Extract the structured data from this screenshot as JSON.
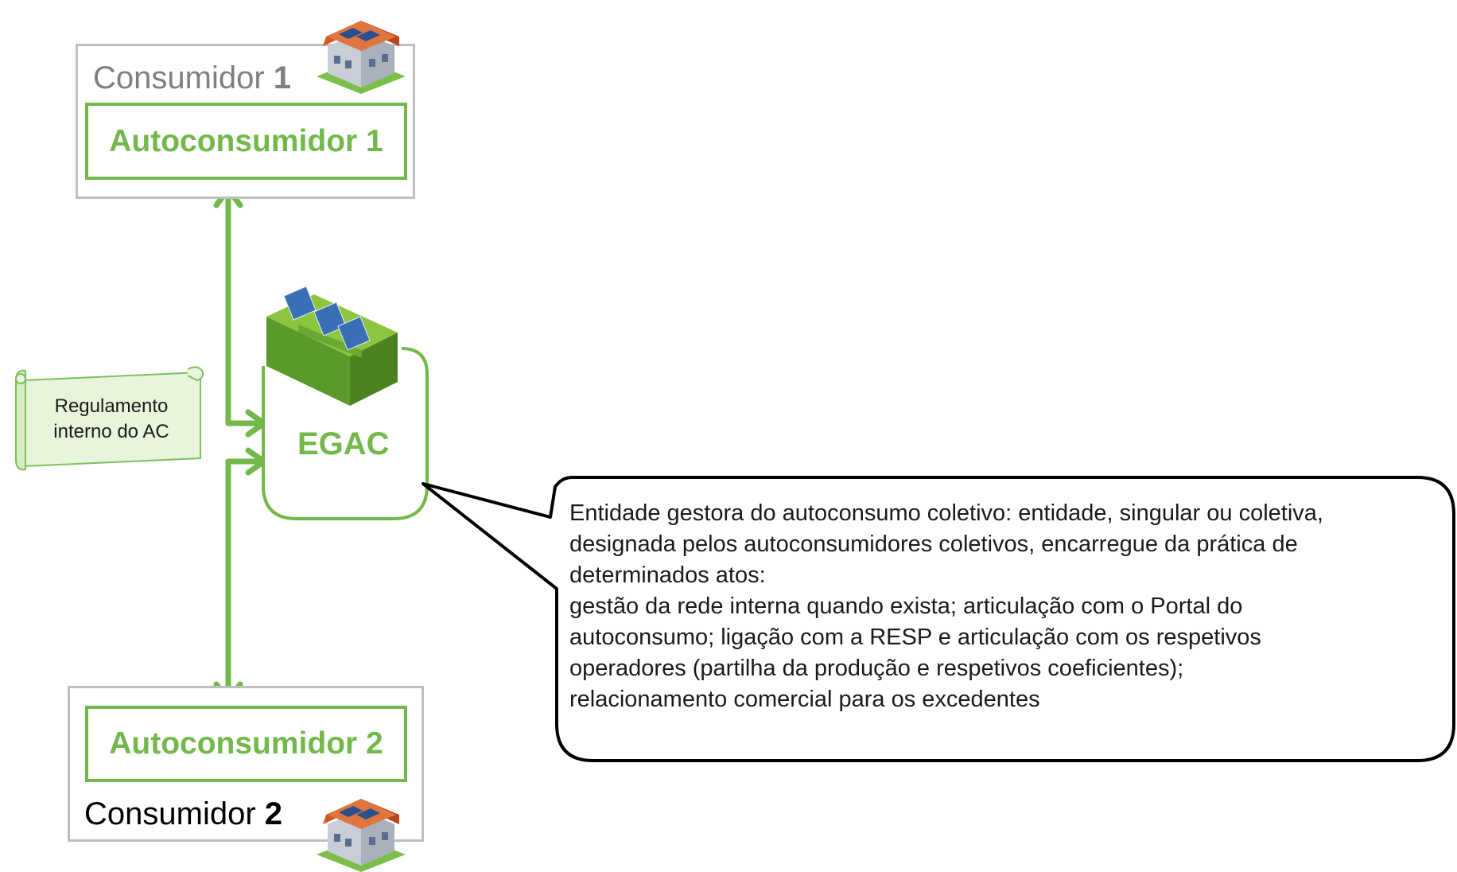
{
  "consumer1": {
    "label": "Consumidor ",
    "number": "1",
    "autoconsumer": "Autoconsumidor 1",
    "label_color": "#7f7f7f"
  },
  "consumer2": {
    "label": "Consumidor ",
    "number": "2",
    "autoconsumer": "Autoconsumidor 2",
    "label_color": "#000000"
  },
  "egac": {
    "label": "EGAC"
  },
  "regulation": {
    "line1": "Regulamento",
    "line2": "interno do AC"
  },
  "callout": {
    "lines": [
      "Entidade gestora do autoconsumo coletivo: entidade, singular ou coletiva,",
      "designada pelos autoconsumidores coletivos, encarregue da prática de",
      "determinados atos:",
      "gestão da rede interna quando exista; articulação com o Portal do",
      "autoconsumo; ligação com a RESP e articulação com os respetivos",
      "operadores (partilha da produção e respetivos coeficientes);",
      "relacionamento comercial para os excedentes"
    ]
  },
  "colors": {
    "accent_green": "#72b84a",
    "box_border": "#bfbfbf",
    "scroll_fill": "#e8f5dc",
    "scroll_border": "#7fbf60"
  },
  "icons": [
    "house-solar-icon",
    "solar-building-icon",
    "scroll-icon"
  ]
}
